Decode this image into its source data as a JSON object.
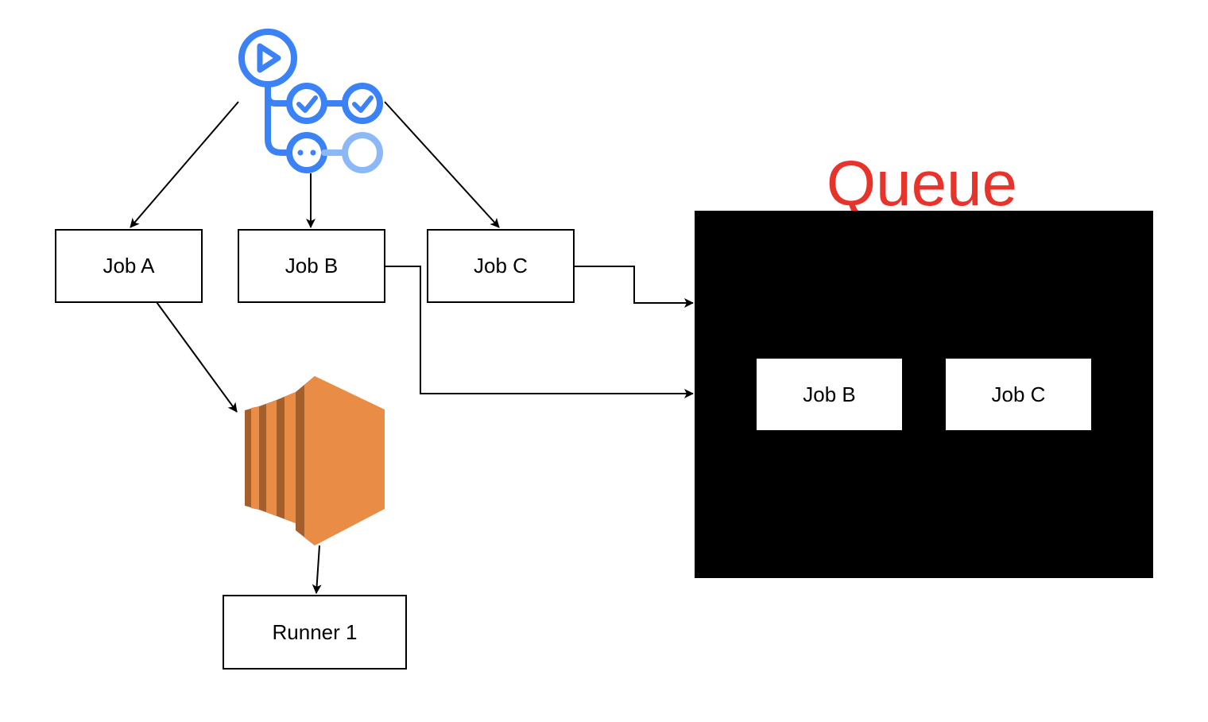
{
  "nodes": {
    "job_a": "Job A",
    "job_b": "Job B",
    "job_c": "Job C",
    "runner_1": "Runner 1"
  },
  "queue": {
    "title": "Queue",
    "title_color": "#e8332a",
    "panel_color": "#000000",
    "items": [
      "Job B",
      "Job C"
    ]
  },
  "icons": {
    "workflow": "github-actions-icon",
    "compute": "aws-ec2-icon"
  },
  "colors": {
    "actions_blue": "#3b82f6",
    "actions_light_blue": "#8db8f7",
    "ec2_orange": "#e98c45",
    "ec2_dark": "#a55f2c"
  }
}
